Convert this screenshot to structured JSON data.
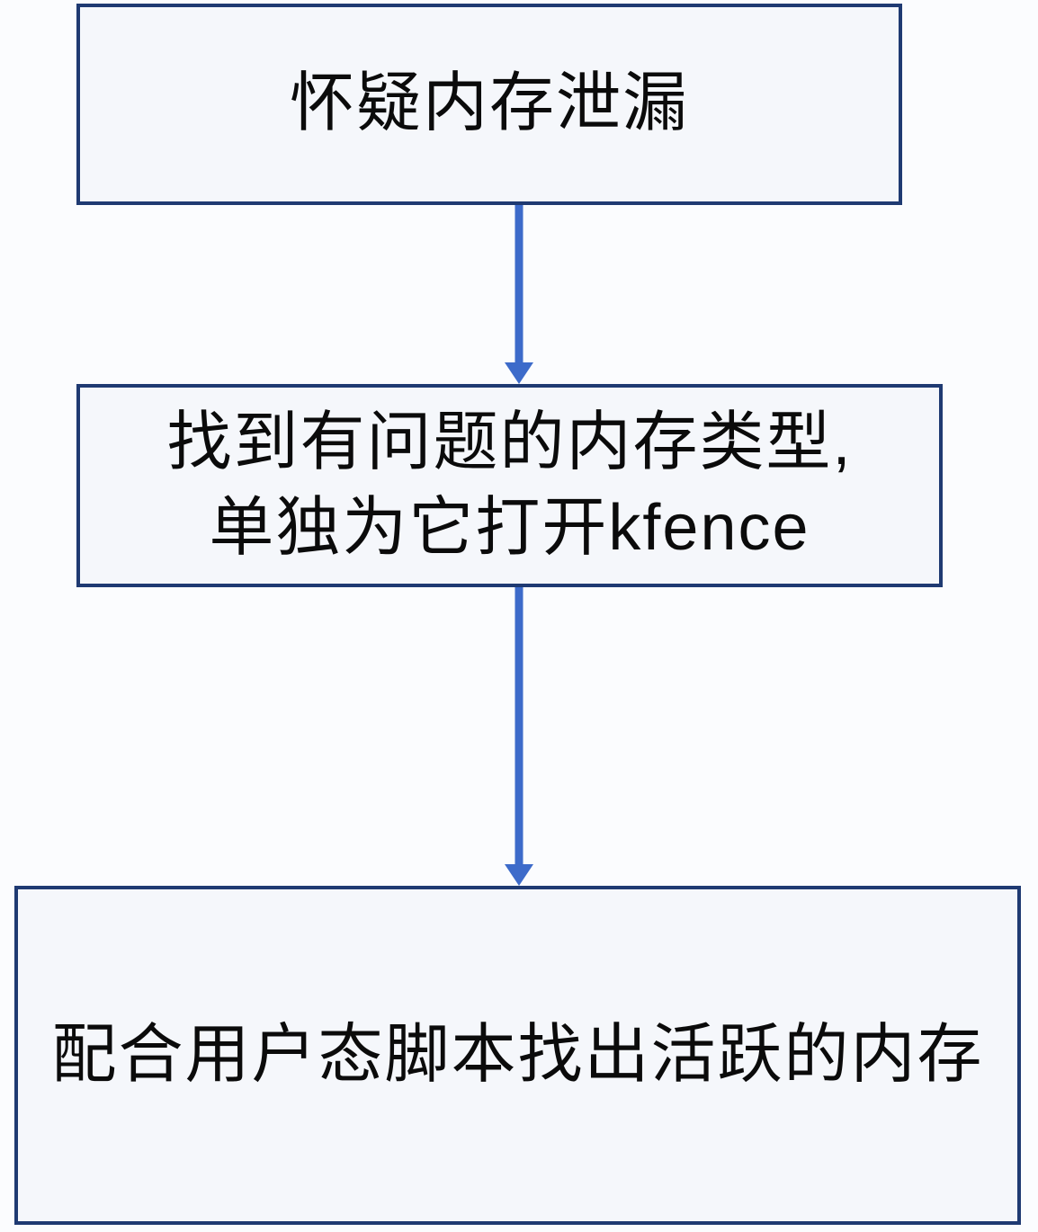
{
  "diagram": {
    "type": "flowchart",
    "direction": "top-down",
    "nodes": [
      {
        "id": "suspect-memory-leak",
        "shape": "rectangle",
        "lines": [
          "怀疑内存泄漏"
        ]
      },
      {
        "id": "find-problem-memory-type",
        "shape": "rectangle",
        "lines": [
          "找到有问题的内存类型,",
          "单独为它打开kfence"
        ]
      },
      {
        "id": "find-active-memory",
        "shape": "rectangle",
        "lines": [
          "配合用户态脚本找出活跃的内存"
        ]
      }
    ],
    "edges": [
      {
        "from": "suspect-memory-leak",
        "to": "find-problem-memory-type",
        "style": "arrow-down",
        "label": ""
      },
      {
        "from": "find-problem-memory-type",
        "to": "find-active-memory",
        "style": "arrow-down",
        "label": ""
      }
    ]
  },
  "colors": {
    "page-bg": "#fbfcfe",
    "box-fill": "#f5f7fb",
    "box-border": "#1f3a72",
    "arrow": "#3d6bca",
    "text": "#0b0b0b"
  }
}
